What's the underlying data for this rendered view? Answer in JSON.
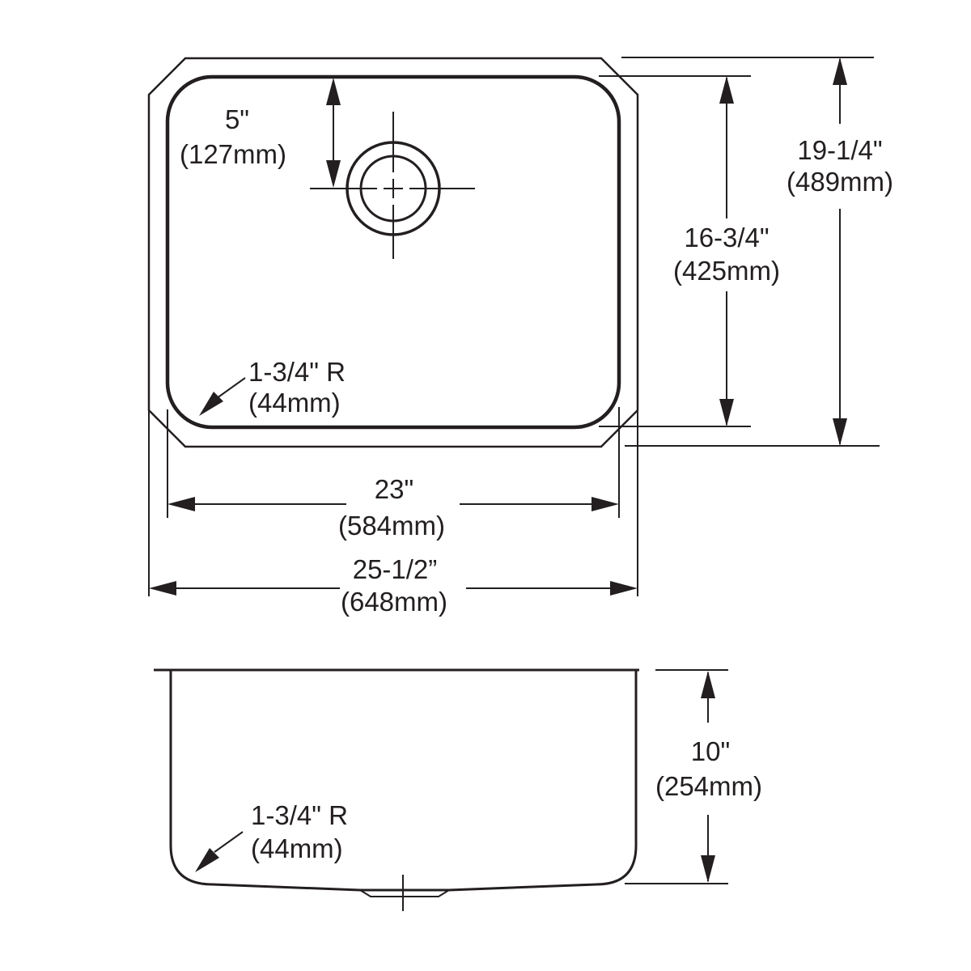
{
  "colors": {
    "line": "#231f20",
    "background": "#ffffff"
  },
  "top_view": {
    "drain_offset": {
      "inches": "5\"",
      "metric": "(127mm)"
    },
    "bowl_front_to_back": {
      "inches": "16-3/4\"",
      "metric": "(425mm)"
    },
    "overall_front_to_back": {
      "inches": "19-1/4\"",
      "metric": "(489mm)"
    },
    "bowl_width": {
      "inches": "23\"",
      "metric": "(584mm)"
    },
    "overall_width": {
      "inches": "25-1/2”",
      "metric": "(648mm)"
    },
    "corner_radius": {
      "inches": "1-3/4\" R",
      "metric": "(44mm)"
    }
  },
  "side_view": {
    "bowl_depth": {
      "inches": "10\"",
      "metric": "(254mm)"
    },
    "corner_radius": {
      "inches": "1-3/4\" R",
      "metric": "(44mm)"
    }
  }
}
